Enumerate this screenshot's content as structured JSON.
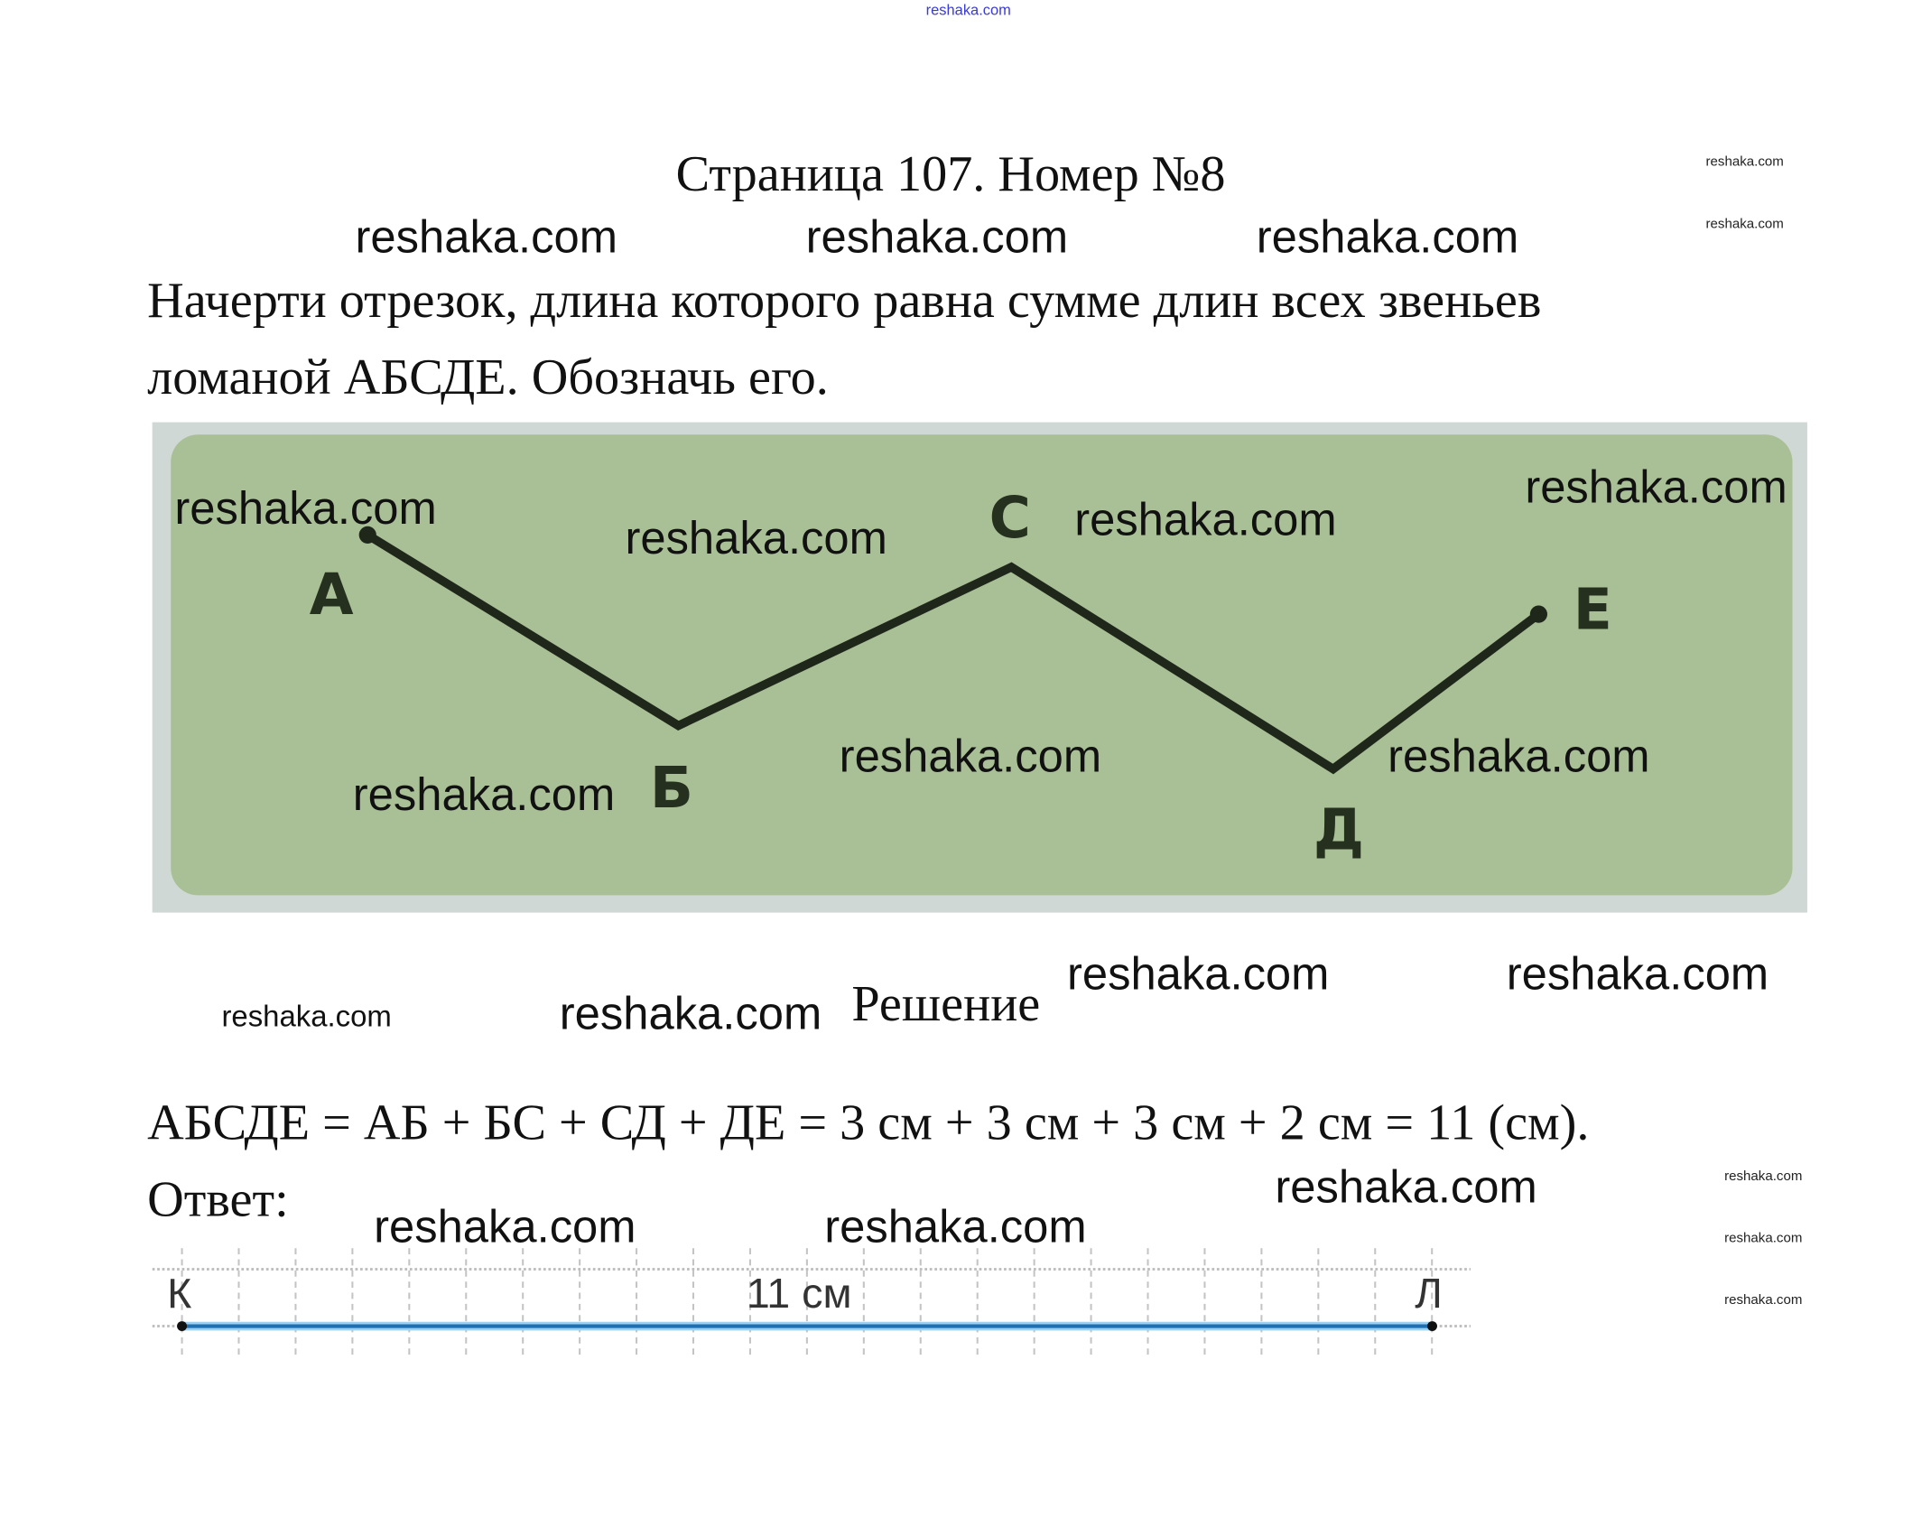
{
  "header": {
    "site_link": "reshaka.com",
    "title": "Страница 107. Номер №8"
  },
  "watermark": "reshaka.com",
  "task": {
    "line1": "Начерти отрезок, длина которого равна сумме длин всех звеньев",
    "line2": "ломаной АБСДЕ. Обозначь его."
  },
  "figure": {
    "points": [
      "А",
      "Б",
      "С",
      "Д",
      "Е"
    ],
    "colors": {
      "background": "#cfd8d4",
      "card": "#a9c096",
      "line": "#1f271b"
    }
  },
  "solution": {
    "heading": "Решение",
    "equation": "АБСДЕ = АБ + БС + СД + ДЕ = 3 см + 3 см + 3 см + 2 см = 11 (см).",
    "answer_label": "Ответ:"
  },
  "answer_segment": {
    "start_label": "К",
    "end_label": "Л",
    "length_label": "11 см",
    "line_color": "#1f6fb5"
  }
}
